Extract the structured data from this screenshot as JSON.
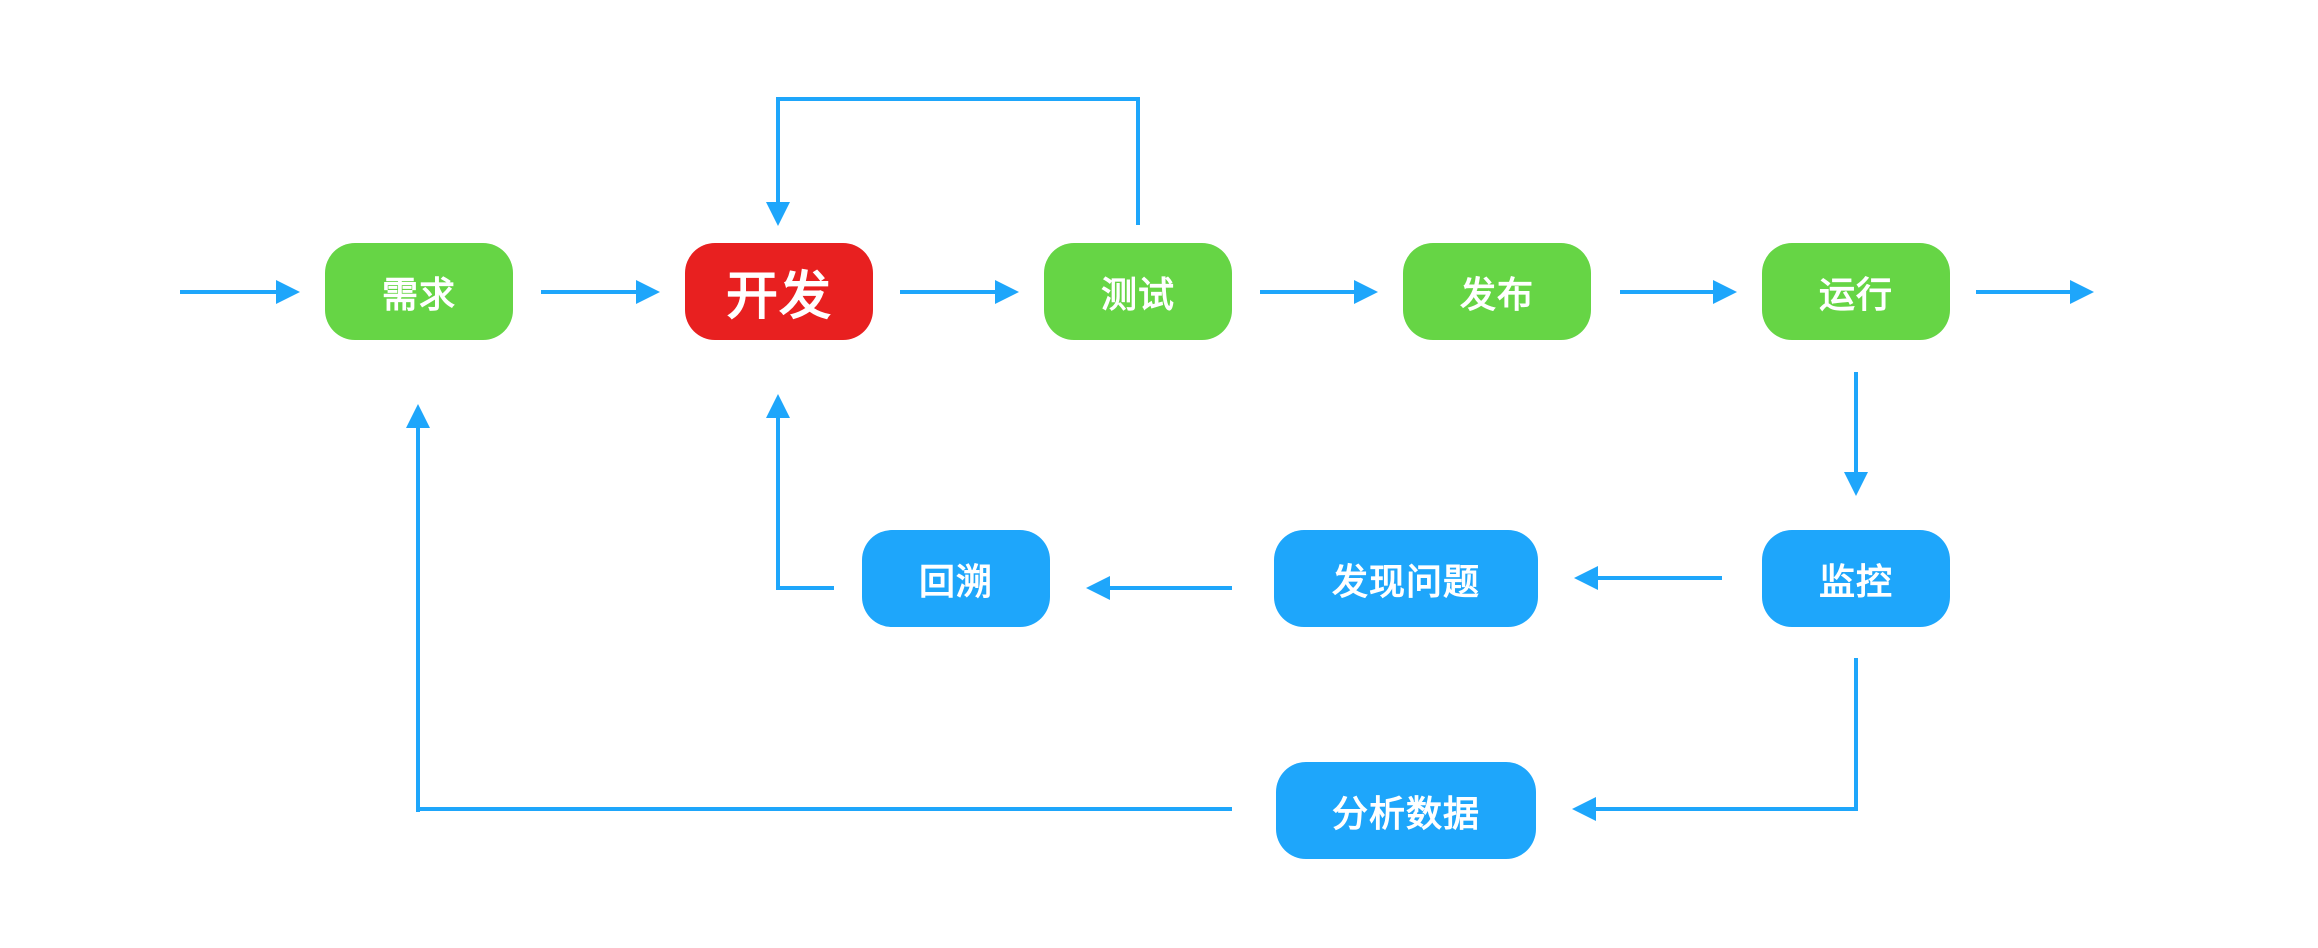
{
  "nodes": {
    "xuqiu": "需求",
    "kaifa": "开发",
    "ceshi": "测试",
    "fabu": "发布",
    "yunxing": "运行",
    "jiankong": "监控",
    "faxian": "发现问题",
    "huisu": "回溯",
    "fenxi": "分析数据"
  },
  "colors": {
    "main_flow": "#66d545",
    "highlight": "#e82020",
    "feedback": "#1ea6fb",
    "connector": "#1ea6fb",
    "text": "#ffffff"
  }
}
